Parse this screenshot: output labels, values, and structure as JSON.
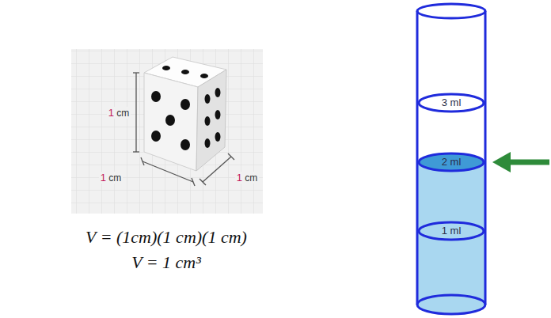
{
  "diagram": {
    "nodes": [
      {
        "text": [
          "3 ml"
        ]
      },
      {
        "text": [
          "2 ml"
        ]
      },
      {
        "text": [
          "1 ml"
        ]
      }
    ],
    "labels": [
      "1 cm",
      "1 cm",
      "1 cm",
      "V = (1cm)(1 cm)(1 cm)",
      "V = 1 cm³"
    ]
  }
}
